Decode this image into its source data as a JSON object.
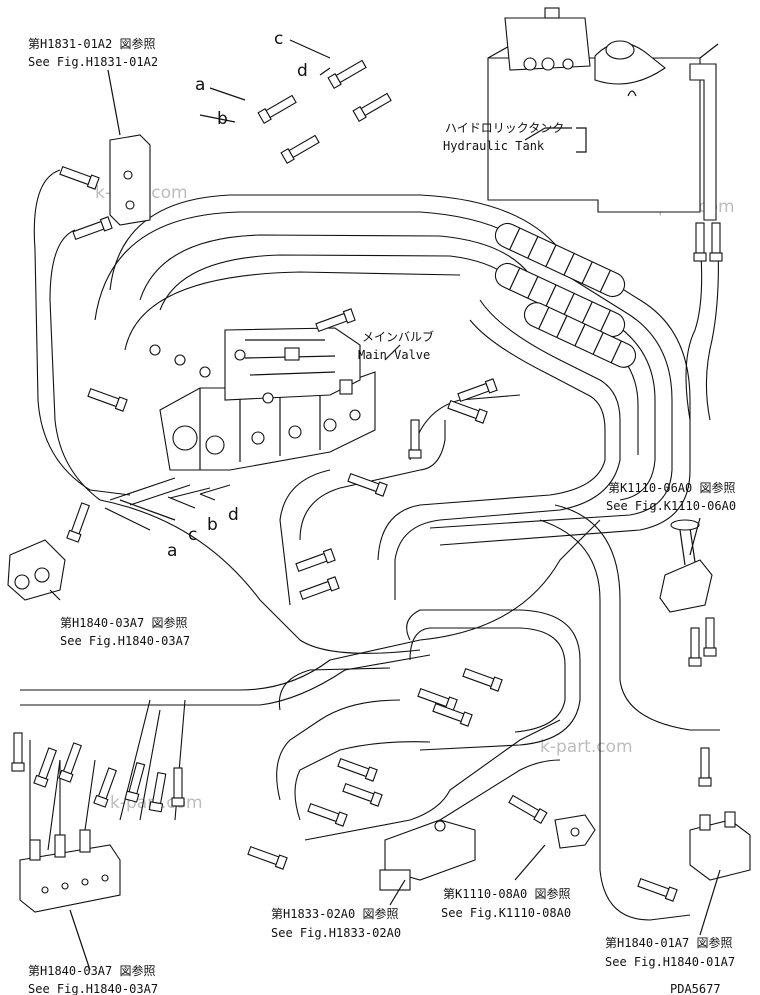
{
  "references": {
    "top_left": {
      "jp": "第H1831-01A2 図参照",
      "en": "See Fig.H1831-01A2"
    },
    "right_k1110_06": {
      "jp": "第K1110-06A0 図参照",
      "en": "See Fig.K1110-06A0"
    },
    "left_h1840_03_upper": {
      "jp": "第H1840-03A7 図参照",
      "en": "See Fig.H1840-03A7"
    },
    "bottom_h1833": {
      "jp": "第H1833-02A0 図参照",
      "en": "See Fig.H1833-02A0"
    },
    "bottom_k1110_08": {
      "jp": "第K1110-08A0 図参照",
      "en": "See Fig.K1110-08A0"
    },
    "bottom_h1840_01": {
      "jp": "第H1840-01A7 図参照",
      "en": "See Fig.H1840-01A7"
    },
    "bottom_left_h1840_03": {
      "jp": "第H1840-03A7 図参照",
      "en": "See Fig.H1840-03A7"
    }
  },
  "components": {
    "hydraulic_tank": {
      "jp": "ハイドロリックタンク",
      "en": "Hydraulic Tank"
    },
    "main_valve": {
      "jp": "メインバルブ",
      "en": "Main Valve"
    }
  },
  "connection_letters": {
    "top": [
      "c",
      "d",
      "a",
      "b"
    ],
    "bottom": [
      "a",
      "c",
      "b",
      "d"
    ]
  },
  "watermark": "k-part.com",
  "drawing_number": "PDA5677"
}
